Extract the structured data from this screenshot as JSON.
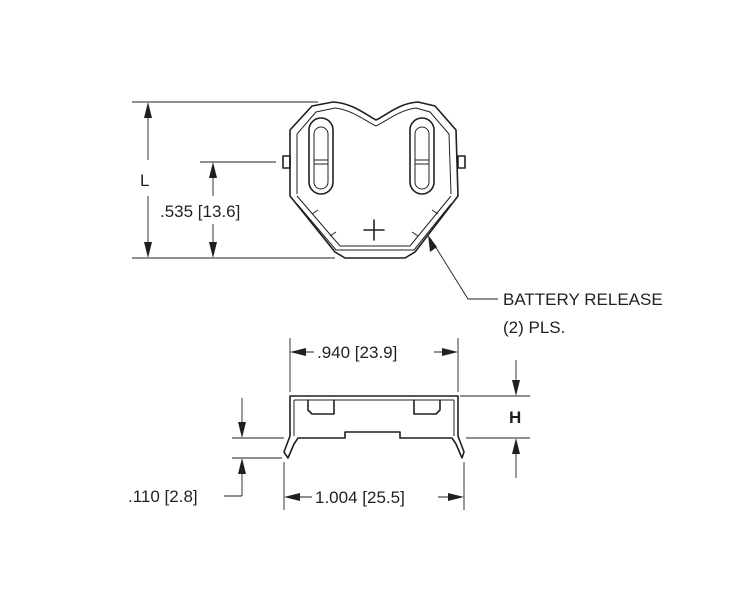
{
  "top_view": {
    "height_dim_label": "L",
    "slot_dim_label": ".535 [13.6]",
    "callout_line1": "BATTERY RELEASE",
    "callout_line2": "(2) PLS."
  },
  "side_view": {
    "top_width_label": ".940 [23.9]",
    "height_dim_label": "H",
    "foot_height_label": ".110 [2.8]",
    "overall_width_label": "1.004 [25.5]"
  }
}
